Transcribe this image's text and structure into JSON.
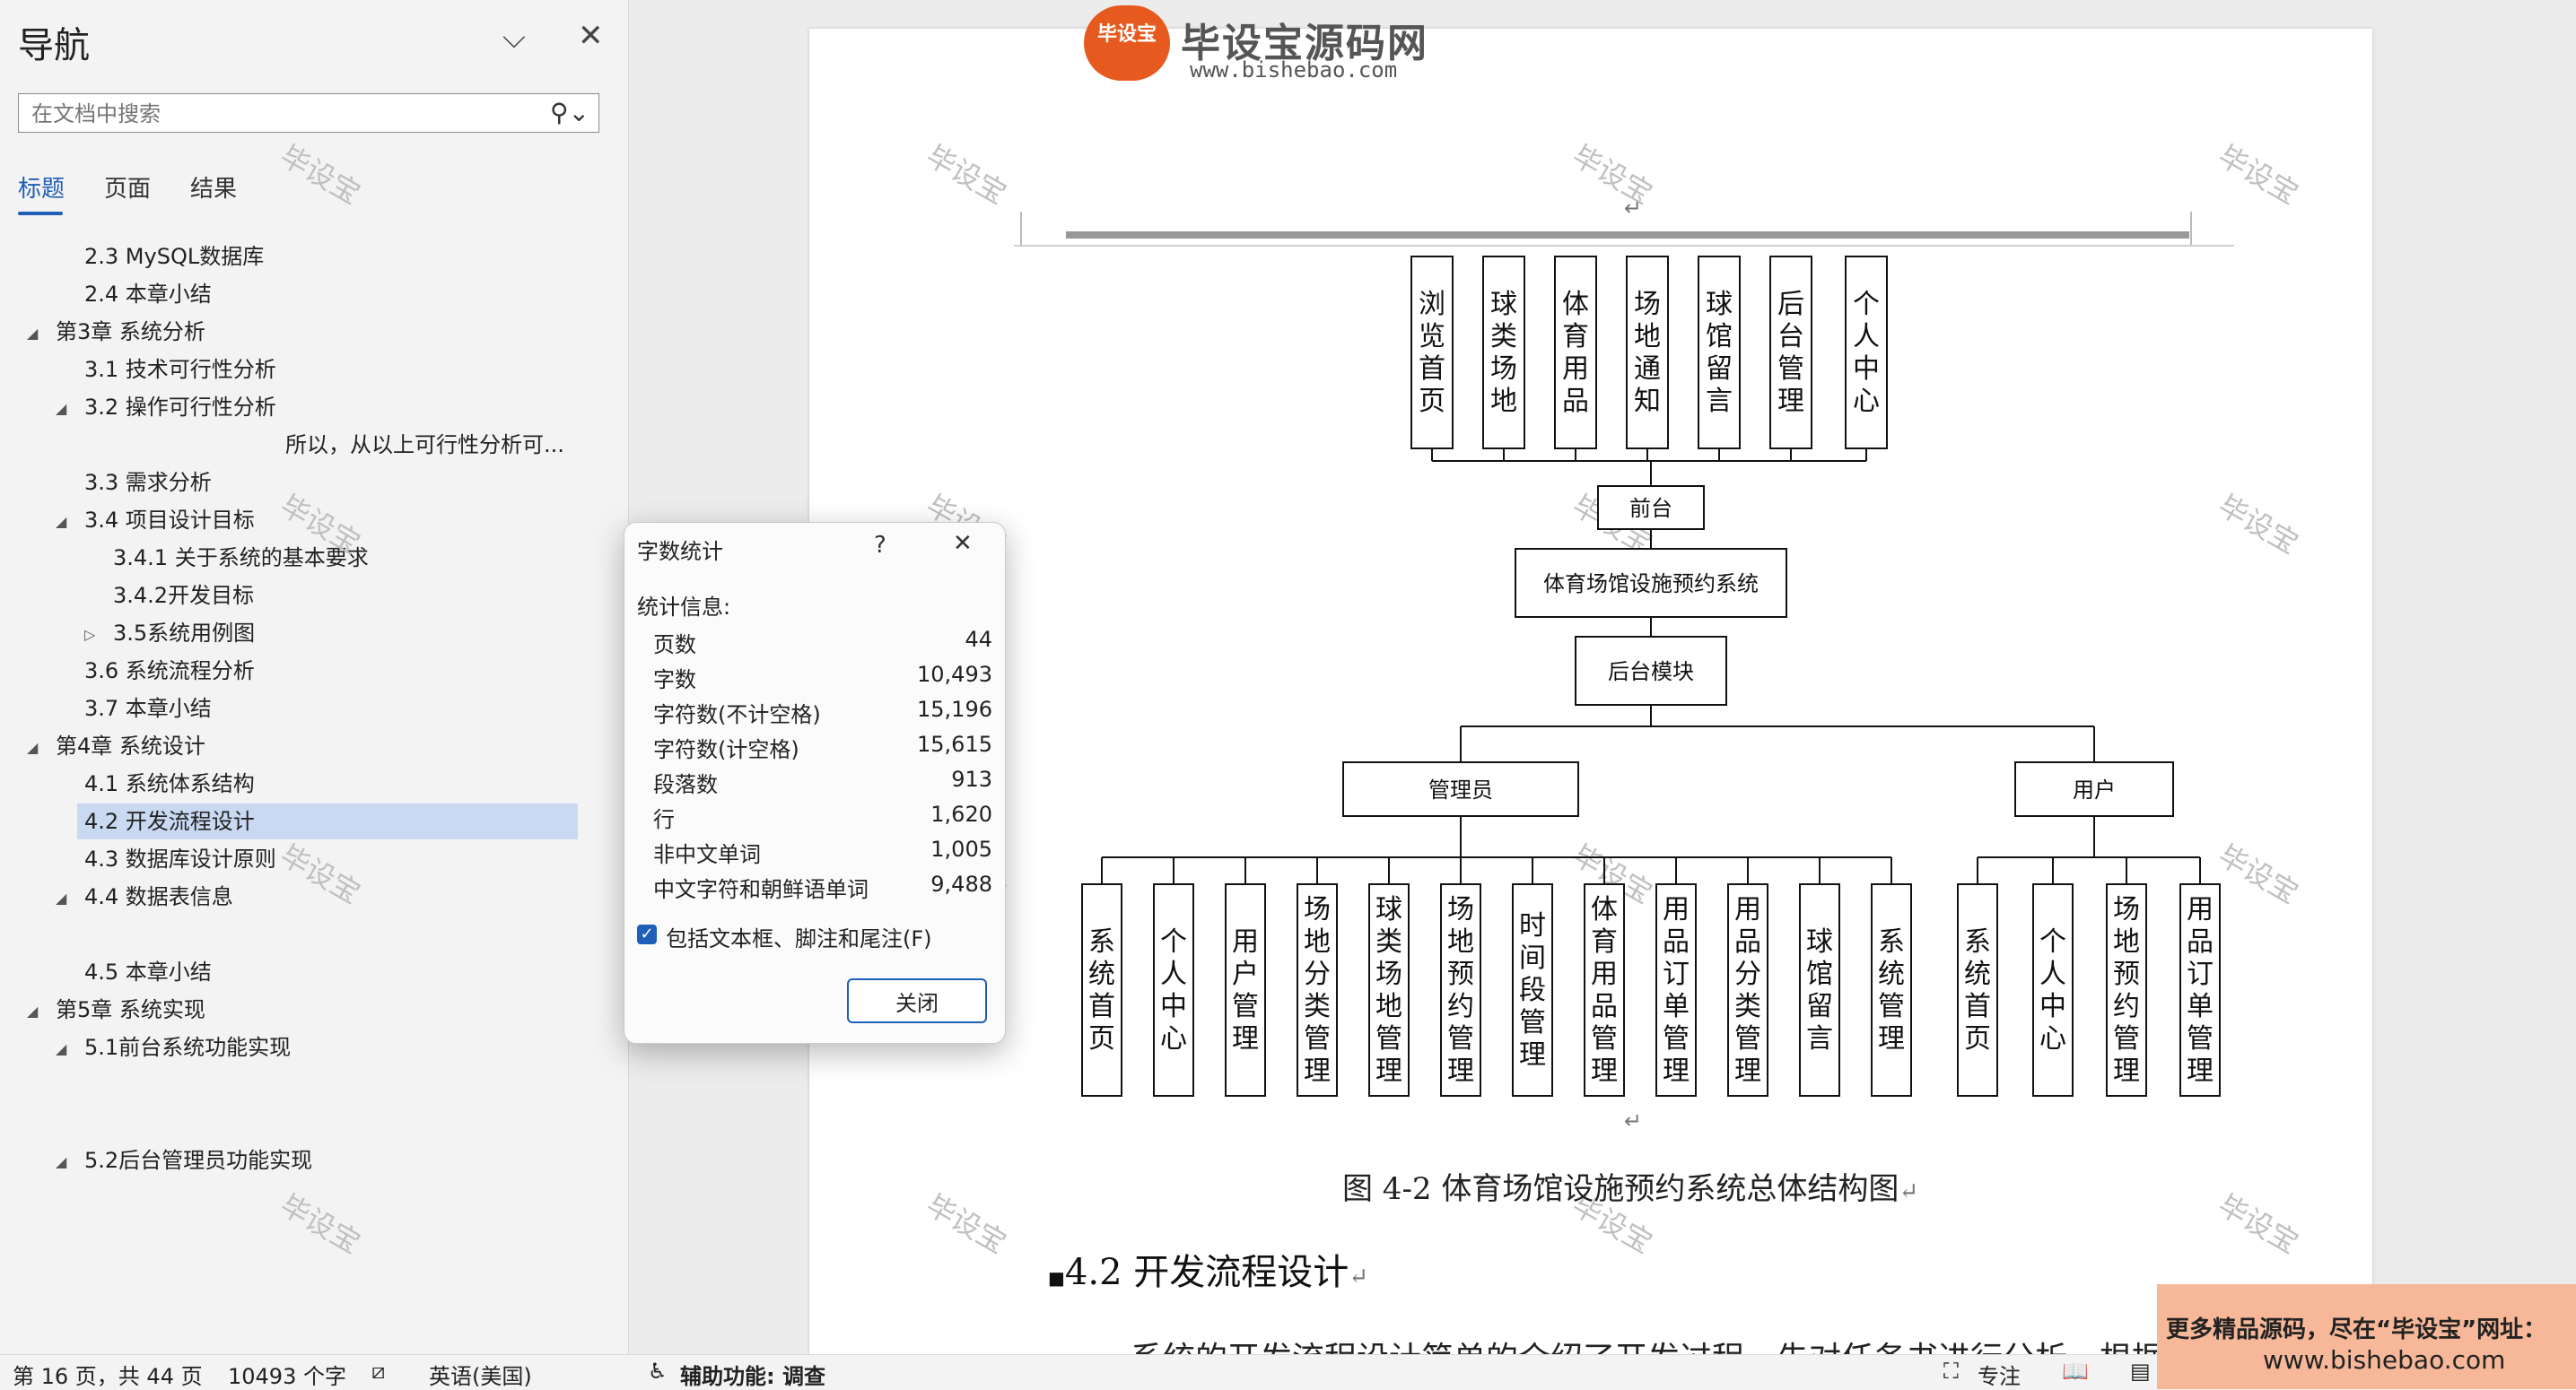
{
  "nav": {
    "title": "导航",
    "search_placeholder": "在文档中搜索",
    "tabs": [
      "标题",
      "页面",
      "结果"
    ],
    "tree": [
      {
        "label": "2.3 MySQL数据库",
        "level": 2,
        "arrow": ""
      },
      {
        "label": "2.4 本章小结",
        "level": 2,
        "arrow": ""
      },
      {
        "label": "第3章  系统分析",
        "level": 1,
        "arrow": "expanded"
      },
      {
        "label": "3.1 技术可行性分析",
        "level": 2,
        "arrow": ""
      },
      {
        "label": "3.2  操作可行性分析",
        "level": 2,
        "arrow": "expanded"
      },
      {
        "label": "所以，从以上可行性分析可...",
        "level": 5,
        "arrow": ""
      },
      {
        "label": "3.3 需求分析",
        "level": 2,
        "arrow": ""
      },
      {
        "label": "3.4 项目设计目标",
        "level": 2,
        "arrow": "expanded"
      },
      {
        "label": "3.4.1 关于系统的基本要求",
        "level": 3,
        "arrow": ""
      },
      {
        "label": "3.4.2开发目标",
        "level": 3,
        "arrow": ""
      },
      {
        "label": "3.5系统用例图",
        "level": 3,
        "arrow": "collapsed"
      },
      {
        "label": "3.6 系统流程分析",
        "level": 2,
        "arrow": ""
      },
      {
        "label": "3.7  本章小结",
        "level": 2,
        "arrow": ""
      },
      {
        "label": "第4章  系统设计",
        "level": 1,
        "arrow": "expanded"
      },
      {
        "label": "4.1 系统体系结构",
        "level": 2,
        "arrow": ""
      },
      {
        "label": "4.2  开发流程设计",
        "level": 2,
        "arrow": "",
        "selected": true
      },
      {
        "label": "4.3  数据库设计原则",
        "level": 2,
        "arrow": ""
      },
      {
        "label": "4.4  数据表信息",
        "level": 2,
        "arrow": "expanded"
      },
      {
        "label": "",
        "level": 2,
        "arrow": ""
      },
      {
        "label": "4.5  本章小结",
        "level": 2,
        "arrow": ""
      },
      {
        "label": "第5章  系统实现",
        "level": 1,
        "arrow": "expanded"
      },
      {
        "label": "5.1前台系统功能实现",
        "level": 2,
        "arrow": "expanded"
      },
      {
        "label": "",
        "level": 2,
        "arrow": ""
      },
      {
        "label": "",
        "level": 2,
        "arrow": ""
      },
      {
        "label": "5.2后台管理员功能实现",
        "level": 2,
        "arrow": "expanded"
      }
    ]
  },
  "logo": {
    "badge_text": "毕设宝",
    "title": "毕设宝源码网",
    "url": "www.bishebao.com"
  },
  "watermark": "毕设宝",
  "diagram": {
    "top_modules": [
      "浏览首页",
      "球类场地",
      "体育用品",
      "场地通知",
      "球馆留言",
      "后台管理",
      "个人中心"
    ],
    "frontend": "前台",
    "system": "体育场馆设施预约系统",
    "backend": "后台模块",
    "admin": "管理员",
    "user": "用户",
    "admin_modules": [
      "系统首页",
      "个人中心",
      "用户管理",
      "场地分类管理",
      "球类场地管理",
      "场地预约管理",
      "时间段管理",
      "体育用品管理",
      "用品订单管理",
      "用品分类管理",
      "球馆留言",
      "系统管理"
    ],
    "user_modules": [
      "系统首页",
      "个人中心",
      "场地预约管理",
      "用品订单管理"
    ]
  },
  "document": {
    "caption": "图 4-2  体育场馆设施预约系统总体结构图",
    "section_heading": "4.2   开发流程设计",
    "cut_text": "系统的开发流程设计简单的介绍了开发过程，先对任务书进行分析，根据",
    "para_mark": "↵"
  },
  "dialog": {
    "title": "字数统计",
    "help": "?",
    "info_label": "统计信息:",
    "stats": [
      {
        "label": "页数",
        "value": "44"
      },
      {
        "label": "字数",
        "value": "10,493"
      },
      {
        "label": "字符数(不计空格)",
        "value": "15,196"
      },
      {
        "label": "字符数(计空格)",
        "value": "15,615"
      },
      {
        "label": "段落数",
        "value": "913"
      },
      {
        "label": "行",
        "value": "1,620"
      },
      {
        "label": "非中文单词",
        "value": "1,005"
      },
      {
        "label": "中文字符和朝鲜语单词",
        "value": "9,488"
      }
    ],
    "include_label": "包括文本框、脚注和尾注(F)",
    "include_checked": true,
    "close_label": "关闭"
  },
  "statusbar": {
    "page": "第 16 页，共 44 页",
    "words": "10493 个字",
    "language": "英语(美国)",
    "accessibility": "辅助功能: 调查",
    "focus": "专注"
  },
  "ad": {
    "line1": "更多精品源码，尽在“毕设宝”网址：",
    "line2": "www.bishebao.com"
  },
  "colors": {
    "accent": "#1f5fb8",
    "selection": "#c9d9f2",
    "logo": "#e75a1f",
    "ad": "#f7b89a"
  }
}
